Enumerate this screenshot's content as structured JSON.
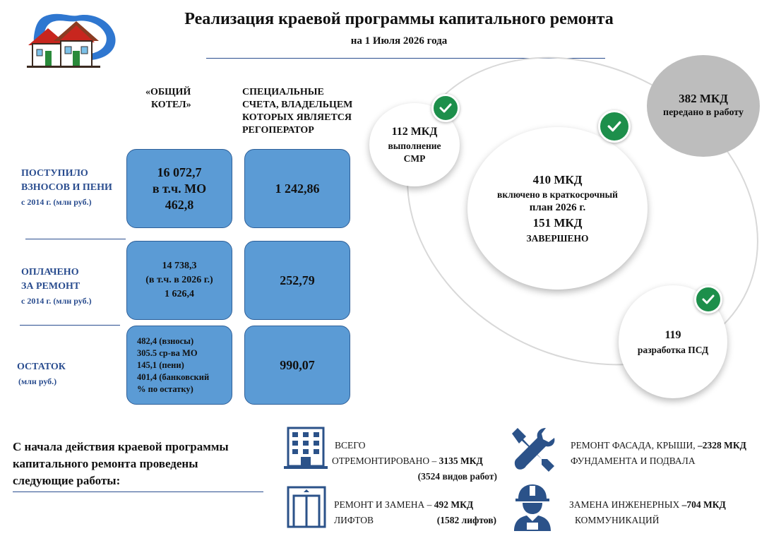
{
  "header": {
    "title": "Реализация краевой программы капитального ремонта",
    "subtitle": "на 1 Июля 2026 года"
  },
  "columns": {
    "common": [
      "«ОБЩИЙ",
      "КОТЕЛ»"
    ],
    "special": [
      "СПЕЦИАЛЬНЫЕ",
      "СЧЕТА, ВЛАДЕЛЬЦЕМ",
      "КОТОРЫХ ЯВЛЯЕТСЯ",
      "РЕГОПЕРАТОР"
    ]
  },
  "rows": [
    {
      "label": [
        "ПОСТУПИЛО",
        "ВЗНОСОВ И ПЕНИ"
      ],
      "sublabel": "с 2014 г. (млн руб.)",
      "common": [
        "16 072,7",
        "в т.ч. МО",
        "462,8"
      ],
      "special": "1 242,86"
    },
    {
      "label": [
        "ОПЛАЧЕНО",
        "ЗА РЕМОНТ"
      ],
      "sublabel": "с 2014 г. (млн руб.)",
      "common": [
        "14 738,3",
        "(в т.ч. в 2026 г.)",
        "1 626,4"
      ],
      "special": "252,79"
    },
    {
      "label": [
        "ОСТАТОК"
      ],
      "sublabel": "(млн руб.)",
      "common": [
        "482,4 (взносы)",
        "305.5 ср-ва МО",
        "145,1 (пени)",
        "401,4 (банковский",
        "% по остатку)"
      ],
      "special": "990,07"
    }
  ],
  "circles": {
    "transferred": {
      "value": "382 МКД",
      "text": "передано в работу"
    },
    "smr": {
      "value": "112 МКД",
      "lines": [
        "выполнение",
        "СМР"
      ]
    },
    "plan": {
      "value": "410 МКД",
      "lines": [
        "включено в краткосрочный",
        "план 2026 г."
      ],
      "value2": "151 МКД",
      "text2": "ЗАВЕРШЕНО"
    },
    "psd": {
      "value": "119",
      "text": "разработка ПСД"
    }
  },
  "bottom": {
    "intro": [
      "С начала действия краевой программы",
      "капитального ремонта проведены",
      "следующие работы:"
    ],
    "total": {
      "line1": "ВСЕГО",
      "line2a": "ОТРЕМОНТИРОВАНО – ",
      "line2b": "3135 МКД",
      "line3": "(3524 видов работ)"
    },
    "lifts": {
      "line1a": "РЕМОНТ И ЗАМЕНА – ",
      "line1b": "492 МКД",
      "line2": "ЛИФТОВ",
      "line2b": "(1582 лифтов)"
    },
    "facade": {
      "line1a": "РЕМОНТ ФАСАДА, КРЫШИ, ",
      "line1b": "–2328 МКД",
      "line2": "ФУНДАМЕНТА И ПОДВАЛА"
    },
    "utilities": {
      "line1a": "ЗАМЕНА ИНЖЕНЕРНЫХ ",
      "line1b": "–704 МКД",
      "line2": "КОММУНИКАЦИЙ"
    }
  },
  "icons": {
    "logo": "houses-logo-icon",
    "building": "building-icon",
    "elevator": "elevator-icon",
    "tools": "wrench-hammer-icon",
    "worker": "worker-icon",
    "check": "check-icon"
  },
  "colors": {
    "box_fill": "#5b9bd5",
    "label_blue": "#2a4d8f",
    "check_green": "#1d8f4b",
    "gray_circle": "#bdbdbd",
    "icon_blue": "#2b5289"
  }
}
